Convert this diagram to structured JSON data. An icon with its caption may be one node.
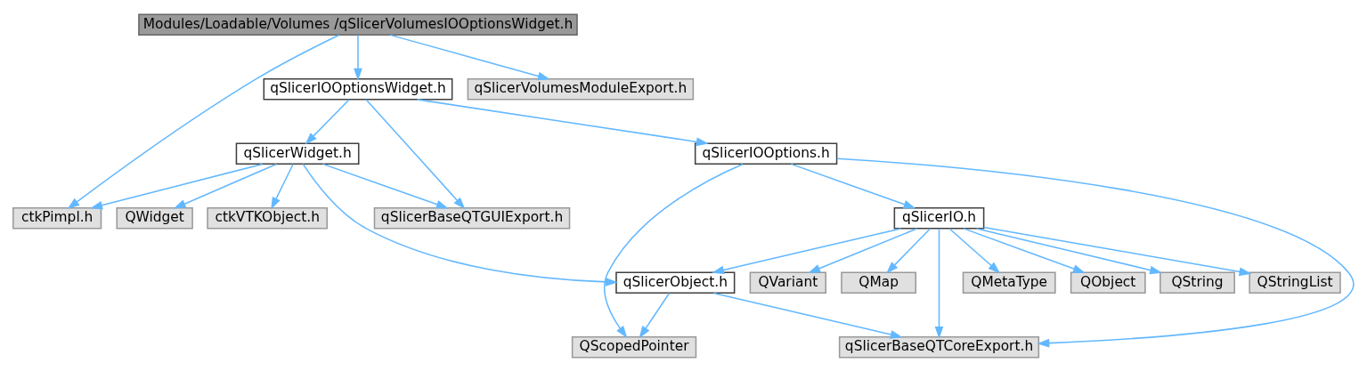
{
  "diagram": {
    "nodes": [
      {
        "text": [
          "Modules/Loadable/Volumes /qSlicerVolumesIOOptionsWidget.h"
        ]
      },
      {
        "text": [
          "qSlicerIOOptionsWidget.h"
        ]
      },
      {
        "text": [
          "qSlicerVolumesModuleExport.h"
        ]
      },
      {
        "text": [
          "qSlicerWidget.h"
        ]
      },
      {
        "text": [
          "qSlicerIOOptions.h"
        ]
      },
      {
        "text": [
          "ctkPimpl.h"
        ]
      },
      {
        "text": [
          "ctkVTKObject.h"
        ]
      },
      {
        "text": [
          "QWidget"
        ]
      },
      {
        "text": [
          "qSlicerBaseQTGUIExport.h"
        ]
      },
      {
        "text": [
          "qSlicerIO.h"
        ]
      },
      {
        "text": [
          "qSlicerObject.h"
        ]
      },
      {
        "text": [
          "QMetaType"
        ]
      },
      {
        "text": [
          "QObject"
        ]
      },
      {
        "text": [
          "QString"
        ]
      },
      {
        "text": [
          "QStringList"
        ]
      },
      {
        "text": [
          "QVariant"
        ]
      },
      {
        "text": [
          "QMap"
        ]
      },
      {
        "text": [
          "QScopedPointer"
        ]
      },
      {
        "text": [
          "qSlicerBaseQTCoreExport.h"
        ]
      }
    ],
    "edges": [
      {
        "from": 0,
        "to": 5,
        "arrow": "to"
      },
      {
        "from": 0,
        "to": 1,
        "arrow": "to"
      },
      {
        "from": 0,
        "to": 2,
        "arrow": "to"
      },
      {
        "from": 1,
        "to": 3,
        "arrow": "to"
      },
      {
        "from": 1,
        "to": 8,
        "arrow": "to"
      },
      {
        "from": 1,
        "to": 4,
        "arrow": "to"
      },
      {
        "from": 3,
        "to": 5,
        "arrow": "to"
      },
      {
        "from": 3,
        "to": 6,
        "arrow": "to"
      },
      {
        "from": 3,
        "to": 7,
        "arrow": "to"
      },
      {
        "from": 3,
        "to": 8,
        "arrow": "to"
      },
      {
        "from": 3,
        "to": 10,
        "arrow": "to"
      },
      {
        "from": 4,
        "to": 17,
        "arrow": "to"
      },
      {
        "from": 4,
        "to": 18,
        "arrow": "to"
      },
      {
        "from": 4,
        "to": 9,
        "arrow": "to"
      },
      {
        "from": 9,
        "to": 10,
        "arrow": "to"
      },
      {
        "from": 9,
        "to": 11,
        "arrow": "to"
      },
      {
        "from": 9,
        "to": 12,
        "arrow": "to"
      },
      {
        "from": 9,
        "to": 13,
        "arrow": "to"
      },
      {
        "from": 9,
        "to": 18,
        "arrow": "to"
      },
      {
        "from": 9,
        "to": 14,
        "arrow": "to"
      },
      {
        "from": 9,
        "to": 15,
        "arrow": "to"
      },
      {
        "from": 9,
        "to": 16,
        "arrow": "to"
      },
      {
        "from": 10,
        "to": 17,
        "arrow": "to"
      },
      {
        "from": 10,
        "to": 18,
        "arrow": "to"
      }
    ]
  }
}
